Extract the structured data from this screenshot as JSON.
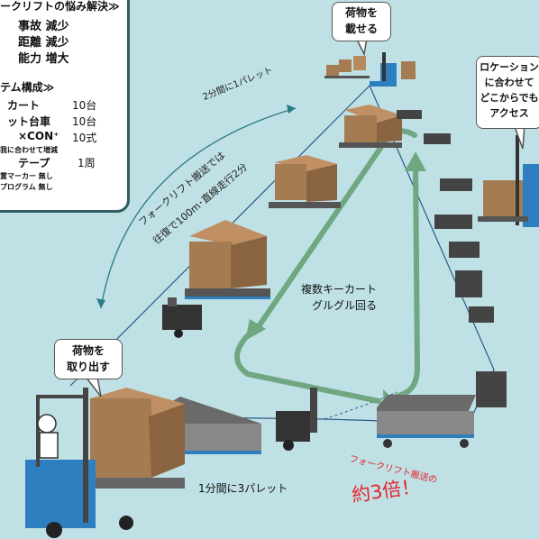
{
  "panel": {
    "title": "ークリフトの悩み解決≫",
    "benefits": [
      "事故 減少",
      "距離 減少",
      "能力 増大"
    ],
    "system_title": "テム構成≫",
    "system_items": [
      {
        "name": "カート",
        "value": "10台"
      },
      {
        "name": "ット台車",
        "value": "10台"
      },
      {
        "name": "×CON⁺",
        "value": "10式"
      }
    ],
    "note": "我に合わせて増減",
    "tape": {
      "name": "テープ",
      "value": "1周"
    },
    "marker": "置マーカー 無し",
    "program": "プログラム 無し"
  },
  "bubbles": {
    "load": [
      "荷物を",
      "載せる"
    ],
    "location": [
      "ロケーション",
      "に合わせて",
      "どこからでも",
      "アクセス"
    ],
    "unload": [
      "荷物を",
      "取り出す"
    ]
  },
  "labels": {
    "top_rate": "2分間に1パレット",
    "forklift_line1": "フォークリフト搬送では",
    "forklift_line2": "往復で100m･直線走行2分",
    "loop_line1": "複数キーカート",
    "loop_line2": "グルグル回る",
    "bottom_rate": "1分間に3パレット",
    "compare_line1": "フォークリフト搬送の",
    "compare_line2": "約3倍！"
  },
  "colors": {
    "background": "#bfe0e4",
    "panel_border": "#2f5d63",
    "loop_arrow": "#6fa782",
    "forklift_blue": "#2d7fc0",
    "pallet_brown": "#a57c52",
    "compare_red": "#e8222d"
  }
}
